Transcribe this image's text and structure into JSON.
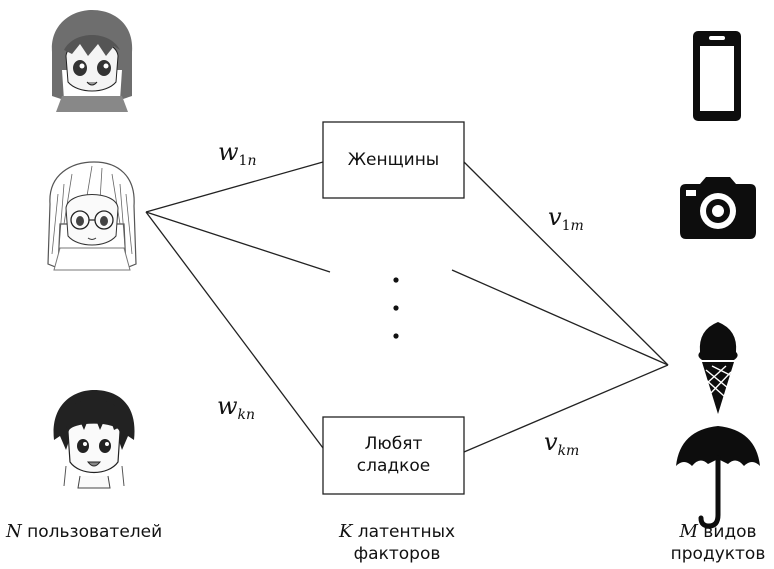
{
  "factors": {
    "women": "Женщины",
    "sweet_line1": "Любят",
    "sweet_line2": "сладкое"
  },
  "edges": {
    "w1n_base": "w",
    "w1n_sub1": "1",
    "w1n_sub2": "n",
    "wkn_base": "w",
    "wkn_sub": "kn",
    "v1m_base": "v",
    "v1m_sub1": "1",
    "v1m_sub2": "m",
    "vkm_base": "v",
    "vkm_sub": "km"
  },
  "captions": {
    "users_var": "N",
    "users_text": " пользователей",
    "factors_var": "K",
    "factors_text_1": " латентных",
    "factors_text_2": "факторов",
    "products_var": "M",
    "products_text_1": " видов",
    "products_text_2": "продуктов"
  },
  "icons": [
    "girl-avatar-icon",
    "glasses-girl-avatar-icon",
    "boy-avatar-icon",
    "smartphone-icon",
    "camera-icon",
    "ice-cream-icon",
    "umbrella-icon"
  ],
  "colors": {
    "ink": "#111111",
    "line": "#222222",
    "icon": "#0d0d0d"
  }
}
